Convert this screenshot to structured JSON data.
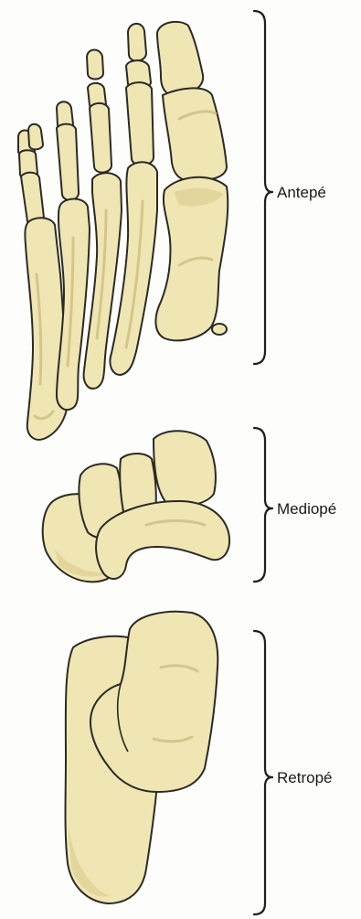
{
  "regions": [
    {
      "id": "forefoot",
      "label": "Antepé"
    },
    {
      "id": "midfoot",
      "label": "Mediopé"
    },
    {
      "id": "hindfoot",
      "label": "Retropé"
    }
  ],
  "colors": {
    "bone_fill": "#efe6b4",
    "bone_shade": "#d9c98a",
    "outline": "#2b2a24",
    "background": "#fdfdfb",
    "bracket": "#1e1e1e",
    "label_text": "#1a1a1a"
  }
}
